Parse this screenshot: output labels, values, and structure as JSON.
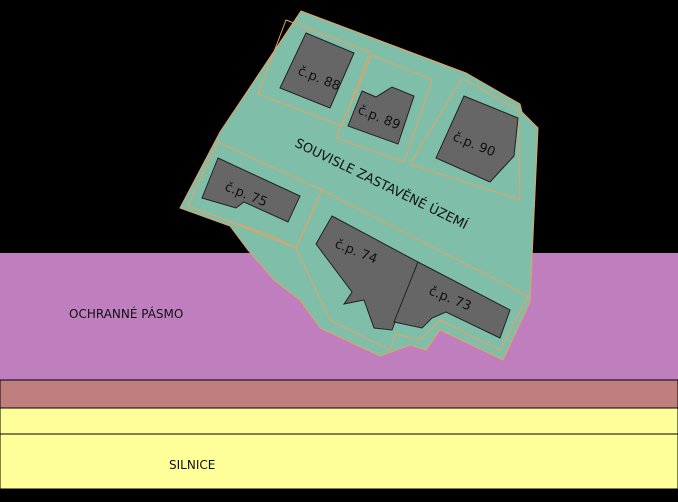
{
  "colors": {
    "background": "#000000",
    "protection_zone": "#bf7fbf",
    "verge": "#bf7f7f",
    "road": "#ffff99",
    "built_area": "#7fbfaa",
    "parcel_border": "#e8a060",
    "building": "#666666"
  },
  "labels": {
    "protection_zone": "OCHRANNÉ PÁSMO",
    "road": "SILNICE",
    "built_area": "SOUVISLE ZASTAVĚNÉ ÚZEMÍ"
  },
  "buildings": [
    {
      "id": "b88",
      "label": "č.p. 88"
    },
    {
      "id": "b89",
      "label": "č.p. 89"
    },
    {
      "id": "b90",
      "label": "č.p. 90"
    },
    {
      "id": "b75",
      "label": "č.p. 75"
    },
    {
      "id": "b74",
      "label": "č.p. 74"
    },
    {
      "id": "b73",
      "label": "č.p. 73"
    }
  ]
}
